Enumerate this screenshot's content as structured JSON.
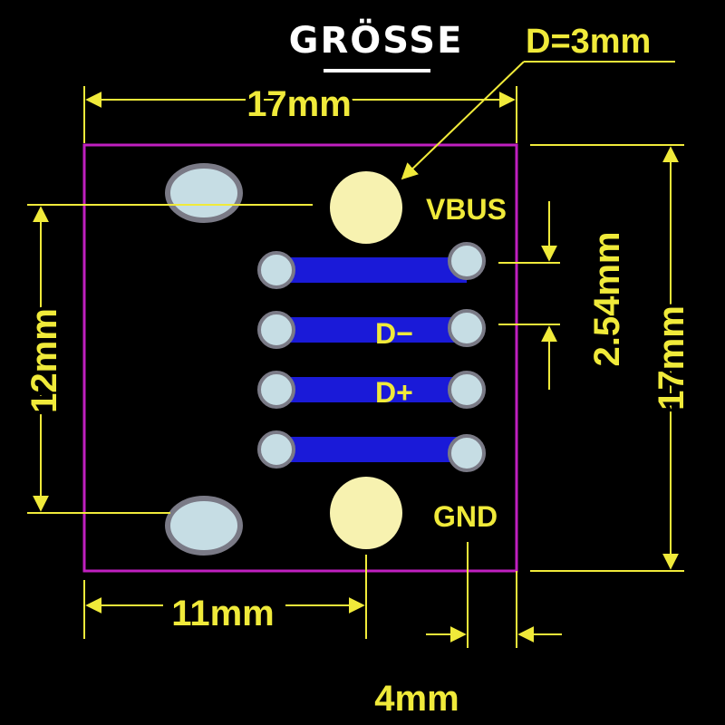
{
  "heading": "GRÖSSE",
  "colors": {
    "background": "#000000",
    "dimension": "#f0ea3a",
    "outline": "#c020c0",
    "trace": "#1a1ad8",
    "pad": "#c6dde4",
    "pad_ring": "#7a7a86",
    "large_pad": "#f7f2b0"
  },
  "dimensions": {
    "diameter": "D=3mm",
    "top_width": "17mm",
    "right_height": "17mm",
    "left_height": "12mm",
    "pitch": "2.54mm",
    "bottom_left": "11mm",
    "bottom_right": "4mm"
  },
  "pins": {
    "vbus": "VBUS",
    "dminus": "D−",
    "dplus": "D+",
    "gnd": "GND"
  }
}
